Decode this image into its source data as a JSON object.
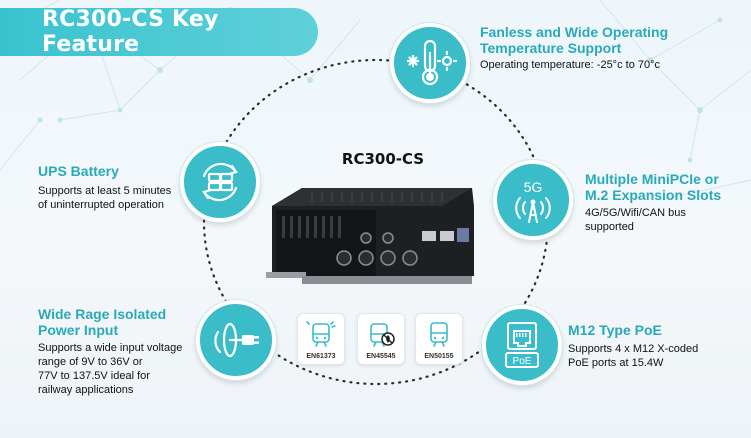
{
  "header": {
    "title": "RC300-CS Key Feature"
  },
  "product": {
    "name": "RC300-CS"
  },
  "features": {
    "temperature": {
      "title_line1": "Fanless and Wide Operating",
      "title_line2": "Temperature Support",
      "desc": "Operating temperature: -25°c to 70°c",
      "icon": "thermometer-snowflake-sun-icon"
    },
    "ups": {
      "title": "UPS Battery",
      "desc_line1": "Supports at least 5 minutes",
      "desc_line2": "of uninterrupted operation",
      "icon": "battery-cycle-icon"
    },
    "expansion": {
      "title_line1": "Multiple MiniPCIe or",
      "title_line2": "M.2 Expansion Slots",
      "desc_line1": "4G/5G/Wifi/CAN bus",
      "desc_line2": "supported",
      "icon_text": "5G",
      "icon": "5g-tower-icon"
    },
    "power": {
      "title_line1": "Wide Rage Isolated",
      "title_line2": "Power Input",
      "desc_line1": "Supports a wide input voltage",
      "desc_line2": "range of 9V to 36V or",
      "desc_line3": "77V to 137.5V ideal for",
      "desc_line4": "railway applications",
      "icon": "isolated-power-plug-icon"
    },
    "poe": {
      "title": "M12 Type PoE",
      "desc_line1": "Supports 4 x M12 X-coded",
      "desc_line2": "PoE ports at 15.4W",
      "icon_text": "PoE",
      "icon": "ethernet-port-icon"
    }
  },
  "certifications": [
    {
      "label": "EN61373",
      "icon": "train-vibration-icon"
    },
    {
      "label": "EN45545",
      "icon": "train-fire-icon"
    },
    {
      "label": "EN50155",
      "icon": "train-icon"
    }
  ],
  "colors": {
    "accent": "#3bbcc9",
    "title_text": "#2aa9b8",
    "banner": "#39c3cf"
  }
}
